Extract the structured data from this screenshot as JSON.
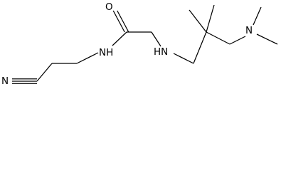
{
  "diagram": {
    "atoms": {
      "nitrile_n": "N",
      "amide_o": "O",
      "amide_nh": "NH",
      "amine_nh": "HN",
      "dimethylamino_n": "N"
    }
  }
}
